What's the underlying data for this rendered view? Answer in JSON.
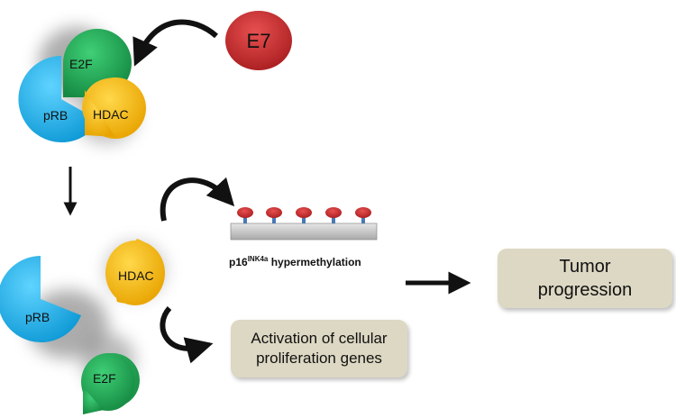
{
  "e7": {
    "label": "E7"
  },
  "complex_top": {
    "e2f": "E2F",
    "prb": "pRB",
    "hdac": "HDAC"
  },
  "complex_bottom": {
    "e2f": "E2F",
    "prb": "pRB",
    "hdac": "HDAC"
  },
  "methylation": {
    "gene": "p16",
    "superscript": "INK4a",
    "suffix": " hypermethylation"
  },
  "activation_box": {
    "line1": "Activation of cellular",
    "line2": "proliferation genes"
  },
  "tumor_box": {
    "line1": "Tumor",
    "line2": "progression"
  },
  "colors": {
    "prb": "#1ab3e6",
    "e2f": "#1f9e50",
    "hdac": "#f2b705",
    "e7": "#c9282a",
    "methyl": "#d42a2a",
    "bar": "#c9c9c9"
  }
}
